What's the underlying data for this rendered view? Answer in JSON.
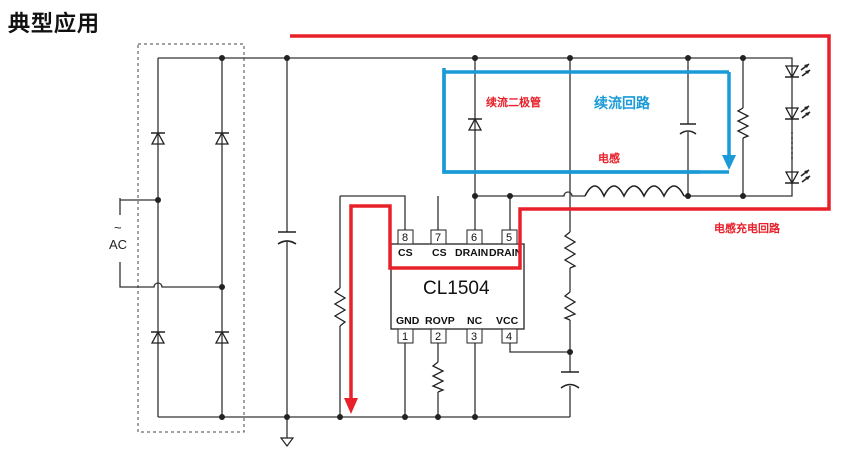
{
  "title": "典型应用",
  "chip": {
    "name": "CL1504",
    "top_pins": [
      {
        "num": "8",
        "label": "CS"
      },
      {
        "num": "7",
        "label": "CS"
      },
      {
        "num": "6",
        "label": "DRAIN"
      },
      {
        "num": "5",
        "label": "DRAIN"
      }
    ],
    "bottom_pins": [
      {
        "num": "1",
        "label": "GND"
      },
      {
        "num": "2",
        "label": "ROVP"
      },
      {
        "num": "3",
        "label": "NC"
      },
      {
        "num": "4",
        "label": "VCC"
      }
    ]
  },
  "ac_source": {
    "symbol": "~",
    "label": "AC"
  },
  "annotations": {
    "freewheel_diode": "续流二极管",
    "freewheel_loop": "续流回路",
    "inductor": "电感",
    "inductor_charge_loop": "电感充电回路"
  },
  "colors": {
    "charge_loop": "#e8202a",
    "freewheel_loop": "#1a9ad6",
    "wire": "#333333"
  }
}
